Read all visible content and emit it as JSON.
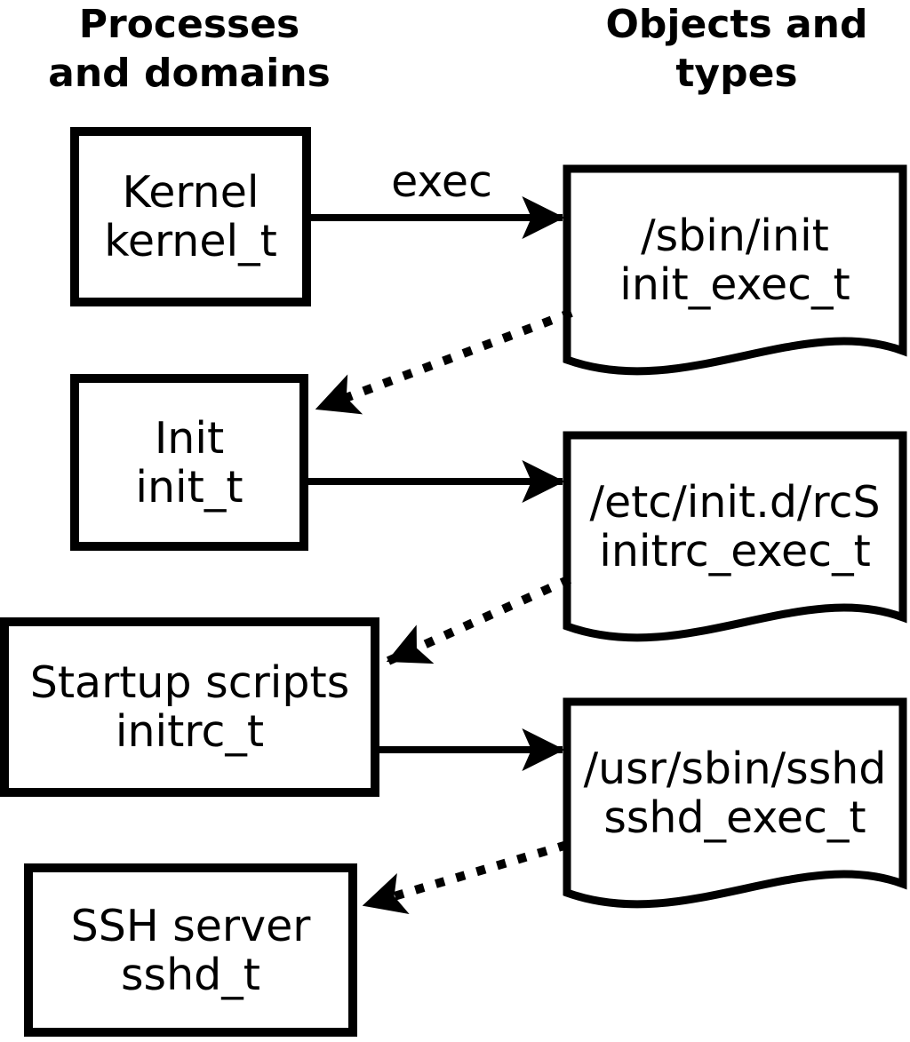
{
  "headers": {
    "left": {
      "line1": "Processes",
      "line2": "and domains"
    },
    "right": {
      "line1": "Objects and",
      "line2": "types"
    }
  },
  "processes": [
    {
      "name": "Kernel",
      "domain": "kernel_t"
    },
    {
      "name": "Init",
      "domain": "init_t"
    },
    {
      "name": "Startup scripts",
      "domain": "initrc_t"
    },
    {
      "name": "SSH server",
      "domain": "sshd_t"
    }
  ],
  "objects": [
    {
      "path": "/sbin/init",
      "type": "init_exec_t"
    },
    {
      "path": "/etc/init.d/rcS",
      "type": "initrc_exec_t"
    },
    {
      "path": "/usr/sbin/sshd",
      "type": "sshd_exec_t"
    }
  ],
  "arrows": {
    "exec_label": "exec",
    "solid": [
      {
        "from": "processes.0",
        "to": "objects.0",
        "style": "solid"
      },
      {
        "from": "processes.1",
        "to": "objects.1",
        "style": "solid"
      },
      {
        "from": "processes.2",
        "to": "objects.2",
        "style": "solid"
      }
    ],
    "dotted": [
      {
        "from": "objects.0",
        "to": "processes.1",
        "style": "dotted"
      },
      {
        "from": "objects.1",
        "to": "processes.2",
        "style": "dotted"
      },
      {
        "from": "objects.2",
        "to": "processes.3",
        "style": "dotted"
      }
    ]
  },
  "colors": {
    "foreground": "#000000",
    "background": "#ffffff"
  }
}
